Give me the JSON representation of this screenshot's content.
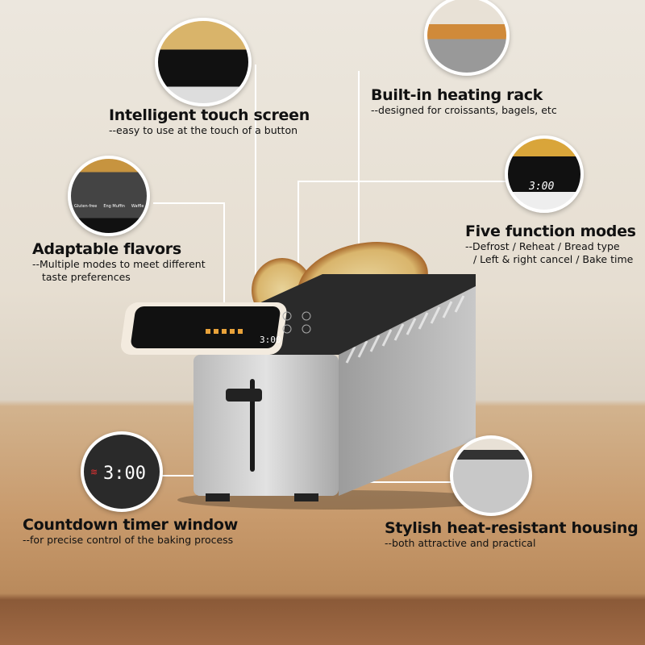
{
  "features": [
    {
      "title": "Intelligent touch screen",
      "subtitle": "--easy to use at the touch of a button"
    },
    {
      "title": "Built-in heating rack",
      "subtitle": "--designed for croissants, bagels, etc"
    },
    {
      "title": "Adaptable flavors",
      "subtitle": "--Multiple modes to meet different",
      "subtitle2": "taste preferences"
    },
    {
      "title": "Five function modes",
      "subtitle": "--Defrost / Reheat / Bread type",
      "subtitle2": "/ Left & right cancel / Bake time"
    },
    {
      "title": "Countdown timer window",
      "subtitle": "--for precise control of the baking process"
    },
    {
      "title": "Stylish heat-resistant housing",
      "subtitle": "--both attractive and practical"
    }
  ],
  "display": {
    "timer": "3:00",
    "timer_small": "3:00",
    "flavors": [
      "Gluten-free",
      "Eng Muffin",
      "Waffle"
    ]
  }
}
